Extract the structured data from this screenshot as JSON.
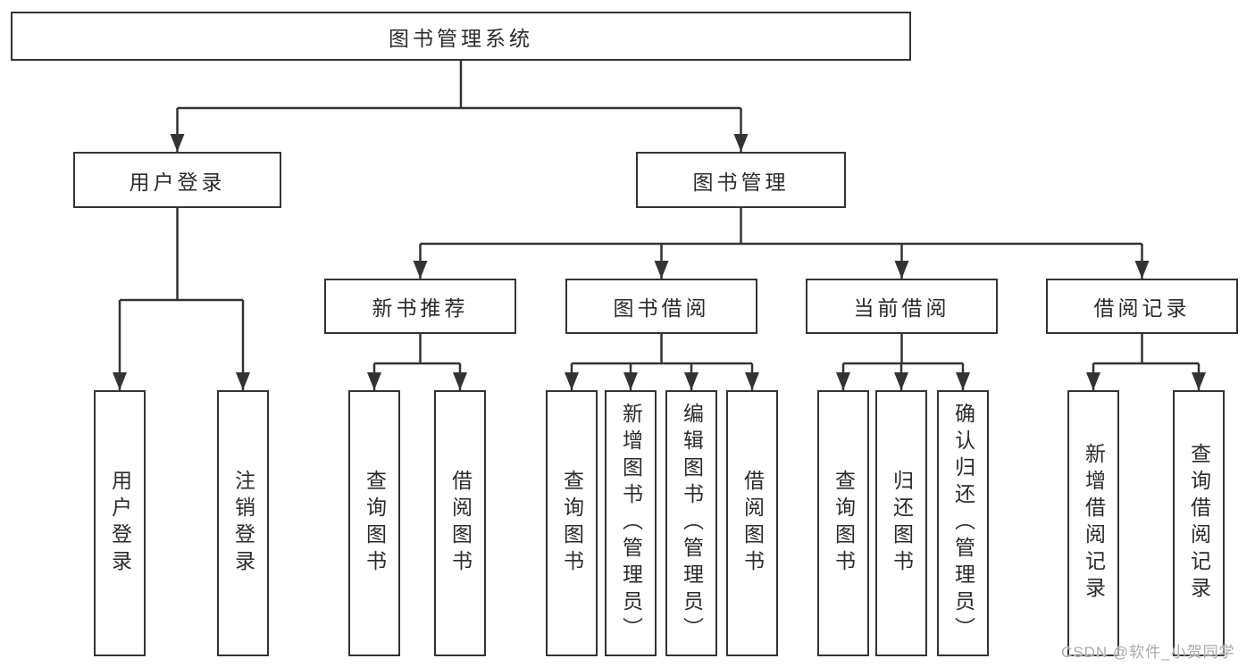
{
  "colors": {
    "line": "#333333",
    "box_border": "#333333",
    "box_fill": "#ffffff",
    "text": "#2b2b2b",
    "watermark": "#a9a9a9",
    "background": "#ffffff"
  },
  "diagram": {
    "type": "hierarchy-tree",
    "root": {
      "label": "图书管理系统"
    },
    "level2": [
      {
        "label": "用户登录"
      },
      {
        "label": "图书管理"
      }
    ],
    "level3": [
      {
        "label": "新书推荐",
        "parent": "图书管理"
      },
      {
        "label": "图书借阅",
        "parent": "图书管理"
      },
      {
        "label": "当前借阅",
        "parent": "图书管理"
      },
      {
        "label": "借阅记录",
        "parent": "图书管理"
      }
    ],
    "leaves": [
      {
        "label": "用户登录",
        "parent": "用户登录"
      },
      {
        "label": "注销登录",
        "parent": "用户登录"
      },
      {
        "label": "查询图书",
        "parent": "新书推荐"
      },
      {
        "label": "借阅图书",
        "parent": "新书推荐"
      },
      {
        "label": "查询图书",
        "parent": "图书借阅"
      },
      {
        "label": "新增图书（管理员）",
        "parent": "图书借阅"
      },
      {
        "label": "编辑图书（管理员）",
        "parent": "图书借阅"
      },
      {
        "label": "借阅图书",
        "parent": "图书借阅"
      },
      {
        "label": "查询图书",
        "parent": "当前借阅"
      },
      {
        "label": "归还图书",
        "parent": "当前借阅"
      },
      {
        "label": "确认归还（管理员）",
        "parent": "当前借阅"
      },
      {
        "label": "新增借阅记录",
        "parent": "借阅记录"
      },
      {
        "label": "查询借阅记录",
        "parent": "借阅记录"
      }
    ]
  },
  "watermark": {
    "text": "CSDN @软件_小贺同学"
  }
}
